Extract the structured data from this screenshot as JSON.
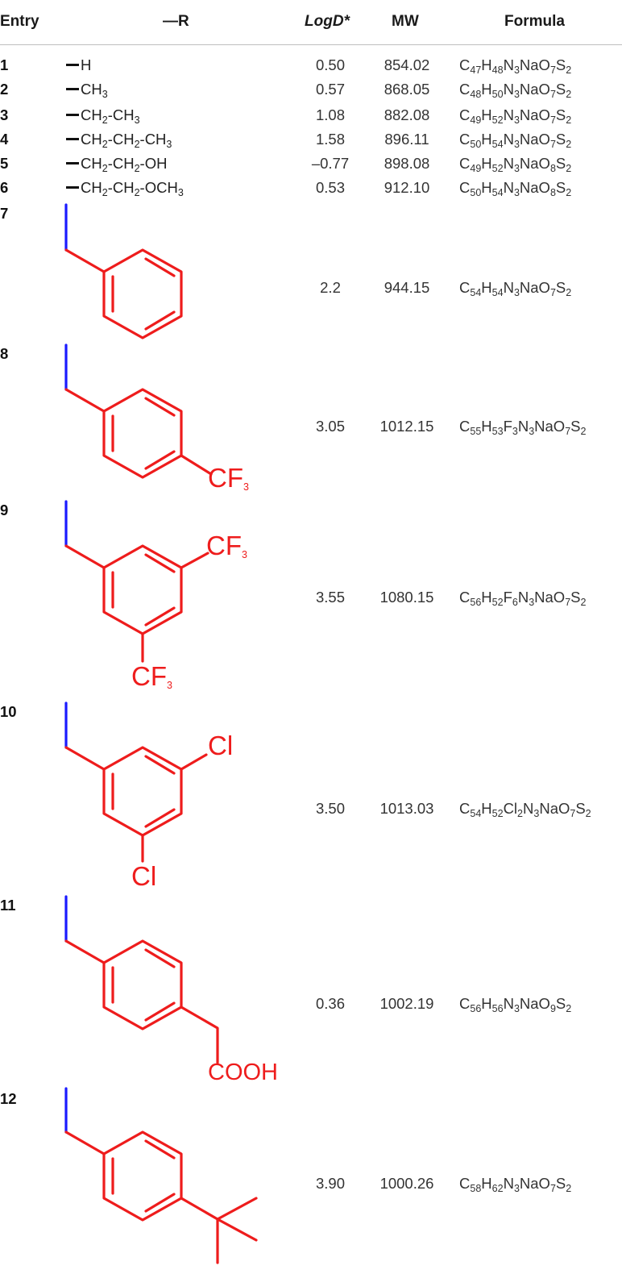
{
  "headers": {
    "entry": "Entry",
    "r": "—R",
    "logd": "LogD*",
    "mw": "MW",
    "formula": "Formula"
  },
  "rows": [
    {
      "entry": "1",
      "r": [
        {
          "t": "H"
        }
      ],
      "logd": "0.50",
      "mw": "854.02",
      "formula": [
        {
          "t": "C"
        },
        {
          "s": "47"
        },
        {
          "t": "H"
        },
        {
          "s": "48"
        },
        {
          "t": "N"
        },
        {
          "s": "3"
        },
        {
          "t": "NaO"
        },
        {
          "s": "7"
        },
        {
          "t": "S"
        },
        {
          "s": "2"
        }
      ]
    },
    {
      "entry": "2",
      "r": [
        {
          "t": "CH"
        },
        {
          "s": "3"
        }
      ],
      "logd": "0.57",
      "mw": "868.05",
      "formula": [
        {
          "t": "C"
        },
        {
          "s": "48"
        },
        {
          "t": "H"
        },
        {
          "s": "50"
        },
        {
          "t": "N"
        },
        {
          "s": "3"
        },
        {
          "t": "NaO"
        },
        {
          "s": "7"
        },
        {
          "t": "S"
        },
        {
          "s": "2"
        }
      ]
    },
    {
      "entry": "3",
      "r": [
        {
          "t": "CH"
        },
        {
          "s": "2"
        },
        {
          "t": "-CH"
        },
        {
          "s": "3"
        }
      ],
      "logd": "1.08",
      "mw": "882.08",
      "formula": [
        {
          "t": "C"
        },
        {
          "s": "49"
        },
        {
          "t": "H"
        },
        {
          "s": "52"
        },
        {
          "t": "N"
        },
        {
          "s": "3"
        },
        {
          "t": "NaO"
        },
        {
          "s": "7"
        },
        {
          "t": "S"
        },
        {
          "s": "2"
        }
      ]
    },
    {
      "entry": "4",
      "r": [
        {
          "t": "CH"
        },
        {
          "s": "2"
        },
        {
          "t": "-CH"
        },
        {
          "s": "2"
        },
        {
          "t": "-CH"
        },
        {
          "s": "3"
        }
      ],
      "logd": "1.58",
      "mw": "896.11",
      "formula": [
        {
          "t": "C"
        },
        {
          "s": "50"
        },
        {
          "t": "H"
        },
        {
          "s": "54"
        },
        {
          "t": "N"
        },
        {
          "s": "3"
        },
        {
          "t": "NaO"
        },
        {
          "s": "7"
        },
        {
          "t": "S"
        },
        {
          "s": "2"
        }
      ]
    },
    {
      "entry": "5",
      "r": [
        {
          "t": "CH"
        },
        {
          "s": "2"
        },
        {
          "t": "-CH"
        },
        {
          "s": "2"
        },
        {
          "t": "-OH"
        }
      ],
      "logd": "–0.77",
      "mw": "898.08",
      "formula": [
        {
          "t": "C"
        },
        {
          "s": "49"
        },
        {
          "t": "H"
        },
        {
          "s": "52"
        },
        {
          "t": "N"
        },
        {
          "s": "3"
        },
        {
          "t": "NaO"
        },
        {
          "s": "8"
        },
        {
          "t": "S"
        },
        {
          "s": "2"
        }
      ]
    },
    {
      "entry": "6",
      "r": [
        {
          "t": "CH"
        },
        {
          "s": "2"
        },
        {
          "t": "-CH"
        },
        {
          "s": "2"
        },
        {
          "t": "-OCH"
        },
        {
          "s": "3"
        }
      ],
      "logd": "0.53",
      "mw": "912.10",
      "formula": [
        {
          "t": "C"
        },
        {
          "s": "50"
        },
        {
          "t": "H"
        },
        {
          "s": "54"
        },
        {
          "t": "N"
        },
        {
          "s": "3"
        },
        {
          "t": "NaO"
        },
        {
          "s": "8"
        },
        {
          "t": "S"
        },
        {
          "s": "2"
        }
      ]
    },
    {
      "entry": "7",
      "logd": "2.2",
      "mw": "944.15",
      "formula": [
        {
          "t": "C"
        },
        {
          "s": "54"
        },
        {
          "t": "H"
        },
        {
          "s": "54"
        },
        {
          "t": "N"
        },
        {
          "s": "3"
        },
        {
          "t": "NaO"
        },
        {
          "s": "7"
        },
        {
          "t": "S"
        },
        {
          "s": "2"
        }
      ]
    },
    {
      "entry": "8",
      "logd": "3.05",
      "mw": "1012.15",
      "labels": [
        "CF3"
      ],
      "formula": [
        {
          "t": "C"
        },
        {
          "s": "55"
        },
        {
          "t": "H"
        },
        {
          "s": "53"
        },
        {
          "t": "F"
        },
        {
          "s": "3"
        },
        {
          "t": "N"
        },
        {
          "s": "3"
        },
        {
          "t": "NaO"
        },
        {
          "s": "7"
        },
        {
          "t": "S"
        },
        {
          "s": "2"
        }
      ]
    },
    {
      "entry": "9",
      "logd": "3.55",
      "mw": "1080.15",
      "labels": [
        "CF3",
        "CF3"
      ],
      "formula": [
        {
          "t": "C"
        },
        {
          "s": "56"
        },
        {
          "t": "H"
        },
        {
          "s": "52"
        },
        {
          "t": "F"
        },
        {
          "s": "6"
        },
        {
          "t": "N"
        },
        {
          "s": "3"
        },
        {
          "t": "NaO"
        },
        {
          "s": "7"
        },
        {
          "t": "S"
        },
        {
          "s": "2"
        }
      ]
    },
    {
      "entry": "10",
      "logd": "3.50",
      "mw": "1013.03",
      "labels": [
        "Cl",
        "Cl"
      ],
      "formula": [
        {
          "t": "C"
        },
        {
          "s": "54"
        },
        {
          "t": "H"
        },
        {
          "s": "52"
        },
        {
          "t": "Cl"
        },
        {
          "s": "2"
        },
        {
          "t": "N"
        },
        {
          "s": "3"
        },
        {
          "t": "NaO"
        },
        {
          "s": "7"
        },
        {
          "t": "S"
        },
        {
          "s": "2"
        }
      ]
    },
    {
      "entry": "11",
      "logd": "0.36",
      "mw": "1002.19",
      "labels": [
        "COOH"
      ],
      "formula": [
        {
          "t": "C"
        },
        {
          "s": "56"
        },
        {
          "t": "H"
        },
        {
          "s": "56"
        },
        {
          "t": "N"
        },
        {
          "s": "3"
        },
        {
          "t": "NaO"
        },
        {
          "s": "9"
        },
        {
          "t": "S"
        },
        {
          "s": "2"
        }
      ]
    },
    {
      "entry": "12",
      "logd": "3.90",
      "mw": "1000.26",
      "formula": [
        {
          "t": "C"
        },
        {
          "s": "58"
        },
        {
          "t": "H"
        },
        {
          "s": "62"
        },
        {
          "t": "N"
        },
        {
          "s": "3"
        },
        {
          "t": "NaO"
        },
        {
          "s": "7"
        },
        {
          "t": "S"
        },
        {
          "s": "2"
        }
      ]
    }
  ],
  "colors": {
    "attachment_bond": "#1a1aff",
    "substituent": "#ee1c1c"
  }
}
